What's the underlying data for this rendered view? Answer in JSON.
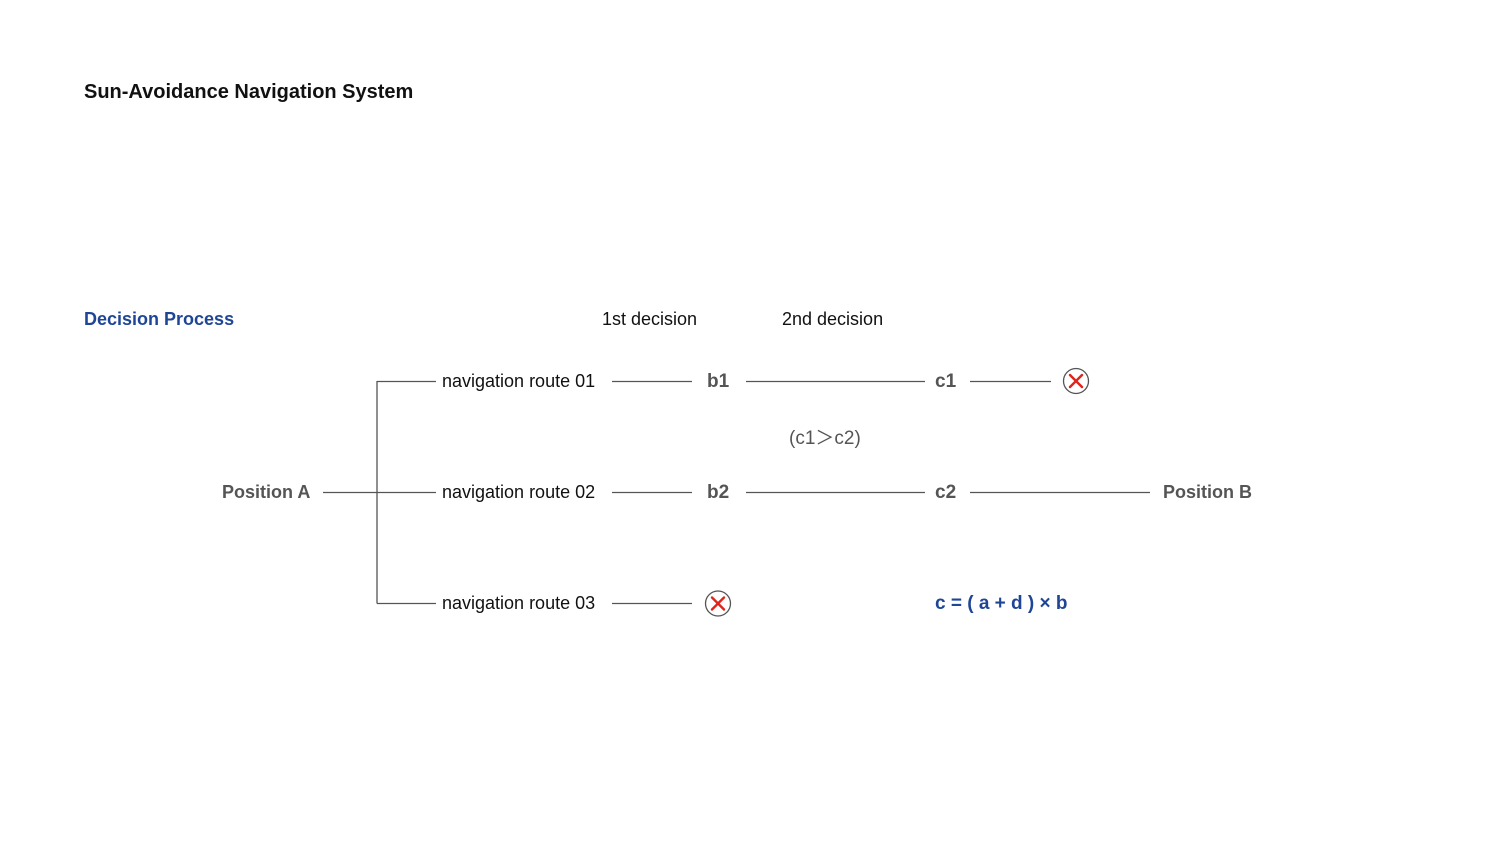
{
  "header": {
    "title": "Sun-Avoidance Navigation System"
  },
  "section": {
    "title": "Decision Process"
  },
  "columns": {
    "first": "1st decision",
    "second": "2nd decision"
  },
  "start": {
    "label": "Position A"
  },
  "end": {
    "label": "Position B"
  },
  "routes": [
    {
      "label": "navigation route 01",
      "decision1": "b1",
      "decision2": "c1",
      "outcome": "rejected"
    },
    {
      "label": "navigation route 02",
      "decision1": "b2",
      "decision2": "c2",
      "outcome": "Position B"
    },
    {
      "label": "navigation route 03",
      "decision1": "",
      "decision2": "",
      "outcome": "rejected"
    }
  ],
  "comparison": "(c1＞c2)",
  "formula": "c = ( a + d ) × b",
  "colors": {
    "accent": "#1f4696",
    "line": "#555555",
    "reject": "#e0241b"
  },
  "icons": {
    "reject": "reject-x-icon"
  }
}
